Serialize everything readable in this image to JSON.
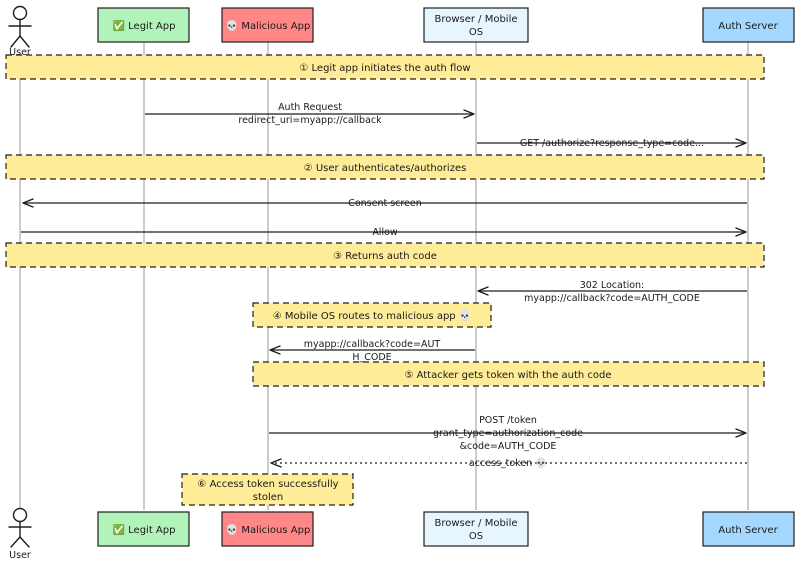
{
  "colors": {
    "legit": "#b2f2bb",
    "malicious": "#ff8787",
    "browser": "#e7f5ff",
    "auth": "#a5d8ff",
    "note": "#ffec99",
    "stroke": "#1e1e1e",
    "lifeline": "#9a9a9a"
  },
  "participants": {
    "user": {
      "label": "User",
      "icon": "stick-figure-icon"
    },
    "legit": {
      "label": "✅ Legit App"
    },
    "malicious": {
      "label": "💀 Malicious App"
    },
    "browser": {
      "line1": "Browser / Mobile",
      "line2": "OS"
    },
    "auth": {
      "label": "Auth Server"
    }
  },
  "notes": {
    "n1": "① Legit app initiates the auth flow",
    "n2": "② User authenticates/authorizes",
    "n3": "③ Returns auth code",
    "n4": "④ Mobile OS routes to malicious app 💀",
    "n5": "⑤ Attacker gets token with the auth code",
    "n6_line1": "⑥ Access token successfully",
    "n6_line2": "stolen"
  },
  "messages": {
    "m1_line1": "Auth Request",
    "m1_line2": "redirect_uri=myapp://callback",
    "m2": "GET /authorize?response_type=code...",
    "m3": "Consent screen",
    "m4": "Allow",
    "m5_line1": "302 Location:",
    "m5_line2": "myapp://callback?code=AUTH_CODE",
    "m6_line1": "myapp://callback?code=AUT",
    "m6_line2": "H_CODE",
    "m7_line1": "POST /token",
    "m7_line2": "grant_type=authorization_code",
    "m7_line3": "&code=AUTH_CODE",
    "m8": "access_token 💀"
  }
}
